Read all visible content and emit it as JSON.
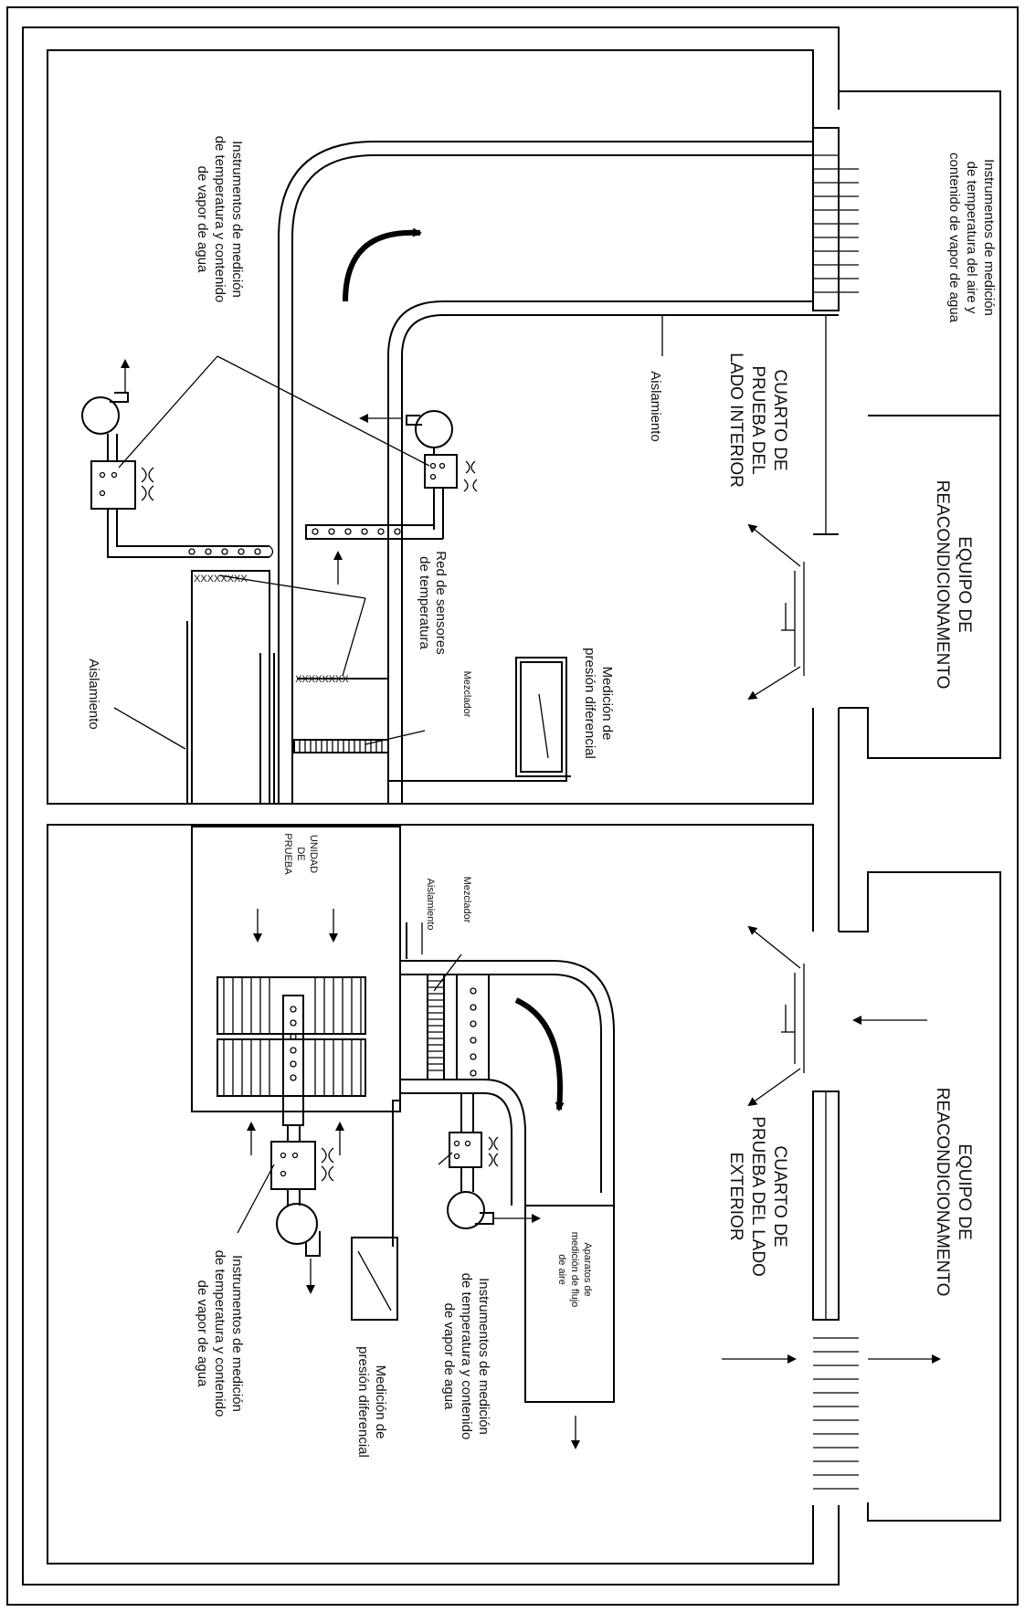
{
  "labels": {
    "cond_top": [
      "EQUIPO DE",
      "REACONDICIONAMENTO"
    ],
    "cond_bottom": [
      "EQUIPO DE",
      "REACONDICIONAMENTO"
    ],
    "room_indoor": [
      "CUARTO DE",
      "PRUEBA DEL",
      "LADO INTERIOR"
    ],
    "room_outdoor": [
      "CUARTO DE",
      "PRUEBA DEL LADO",
      "EXTERIOR"
    ],
    "instr_top_right": [
      "Instrumentos de medición",
      "de temperatura del aire y",
      "contenido de vapor de agua"
    ],
    "instr_top_left": [
      "Instrumentos de medición",
      "de temperatura y contenido",
      "de vapor de agua"
    ],
    "aisl_top": "Aislamiento",
    "aisl_left": "Aislamiento",
    "red_sensores": [
      "Red de sensores",
      "de temperatura"
    ],
    "mezclador_top": "Mezclador",
    "presion_top": [
      "Medición de",
      "presión diferencial"
    ],
    "unidad": [
      "UNIDAD",
      "DE",
      "PRUEBA"
    ],
    "mezclador_bottom": "Mezclador",
    "aisl_bottom": "Aislamiento",
    "aparatos": [
      "Aparatos de",
      "medición de flujo",
      "de aire"
    ],
    "instr_bottom_mid": [
      "Instrumentos de medición",
      "de temperatura y contenido",
      "de vapor de agua"
    ],
    "presion_bottom": [
      "Medición de",
      "presión diferencial"
    ],
    "instr_bottom_left": [
      "Instrumentos de medición",
      "de temperatura y contenido",
      "de vapor de agua"
    ]
  }
}
